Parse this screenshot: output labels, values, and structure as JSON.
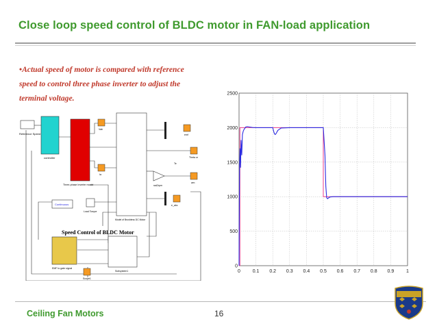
{
  "slide": {
    "title": "Close loop speed control of BLDC motor in FAN-load application",
    "bullet_marker": "•",
    "bullet_text": "Actual speed of motor is compared with reference speed to control three phase inverter to adjust the terminal voltage.",
    "footer_left": "Ceiling Fan Motors",
    "page_number": "16"
  },
  "simulink": {
    "block_reference_speed": "Reference Speed",
    "block_controller": "controller",
    "block_inverter": "Three-phase Inverter model",
    "block_motor": "Model of Brushless DC Motor",
    "block_continuous": "Continuous",
    "block_load_torque": "Load Torque",
    "subtitle": "Speed Control of BLDC Motor",
    "block_pwm": "EMF to gate signal",
    "block_subsystem": "Subsystem1",
    "block_scope": "Scope1",
    "block_gain": "rad2rpm",
    "block_ia": "Ia",
    "block_vab": "Vab",
    "block_emf": "emf",
    "block_wm": "wm",
    "block_speed_rpm": "Theta or",
    "block_te": "Te",
    "block_wabc": "e_abc",
    "colors": {
      "controller": "#22d3cf",
      "inverter": "#e00000",
      "pwm": "#e8c84a",
      "output": "#f59a23"
    }
  },
  "chart_data": {
    "type": "line",
    "xlim": [
      0,
      1
    ],
    "ylim": [
      0,
      2500
    ],
    "x_ticks": [
      0,
      0.1,
      0.2,
      0.3,
      0.4,
      0.5,
      0.6,
      0.7,
      0.8,
      0.9,
      1
    ],
    "x_tick_labels": [
      "0",
      "0.1",
      "0.2",
      "0.3",
      "0.4",
      "0.5",
      "0.6",
      "0.7",
      "0.8",
      "0.9",
      "1"
    ],
    "y_ticks": [
      0,
      500,
      1000,
      1500,
      2000,
      2500
    ],
    "y_tick_labels": [
      "0",
      "500",
      "1000",
      "1500",
      "2000",
      "2500"
    ],
    "grid": true,
    "series": [
      {
        "color": "#e83a8a",
        "x": [
          0,
          0.005,
          0.005,
          0.5,
          0.5,
          1.0
        ],
        "y": [
          0,
          0,
          2000,
          2000,
          1000,
          1000
        ]
      },
      {
        "color": "#2a2ae0",
        "x": [
          0,
          0.003,
          0.006,
          0.009,
          0.012,
          0.016,
          0.02,
          0.025,
          0.03,
          0.04,
          0.05,
          0.06,
          0.08,
          0.1,
          0.15,
          0.2,
          0.205,
          0.21,
          0.215,
          0.22,
          0.23,
          0.25,
          0.3,
          0.4,
          0.5,
          0.51,
          0.515,
          0.52,
          0.525,
          0.53,
          0.54,
          0.56,
          0.6,
          0.7,
          0.8,
          0.9,
          1.0
        ],
        "y": [
          0,
          1450,
          1700,
          1420,
          1820,
          1600,
          1900,
          1950,
          1975,
          2010,
          2015,
          2010,
          2002,
          2000,
          2000,
          2000,
          1950,
          1910,
          1900,
          1915,
          1960,
          1995,
          2000,
          2000,
          2000,
          1600,
          1150,
          985,
          970,
          980,
          995,
          1000,
          1000,
          1000,
          1000,
          1000,
          1000
        ]
      }
    ]
  }
}
